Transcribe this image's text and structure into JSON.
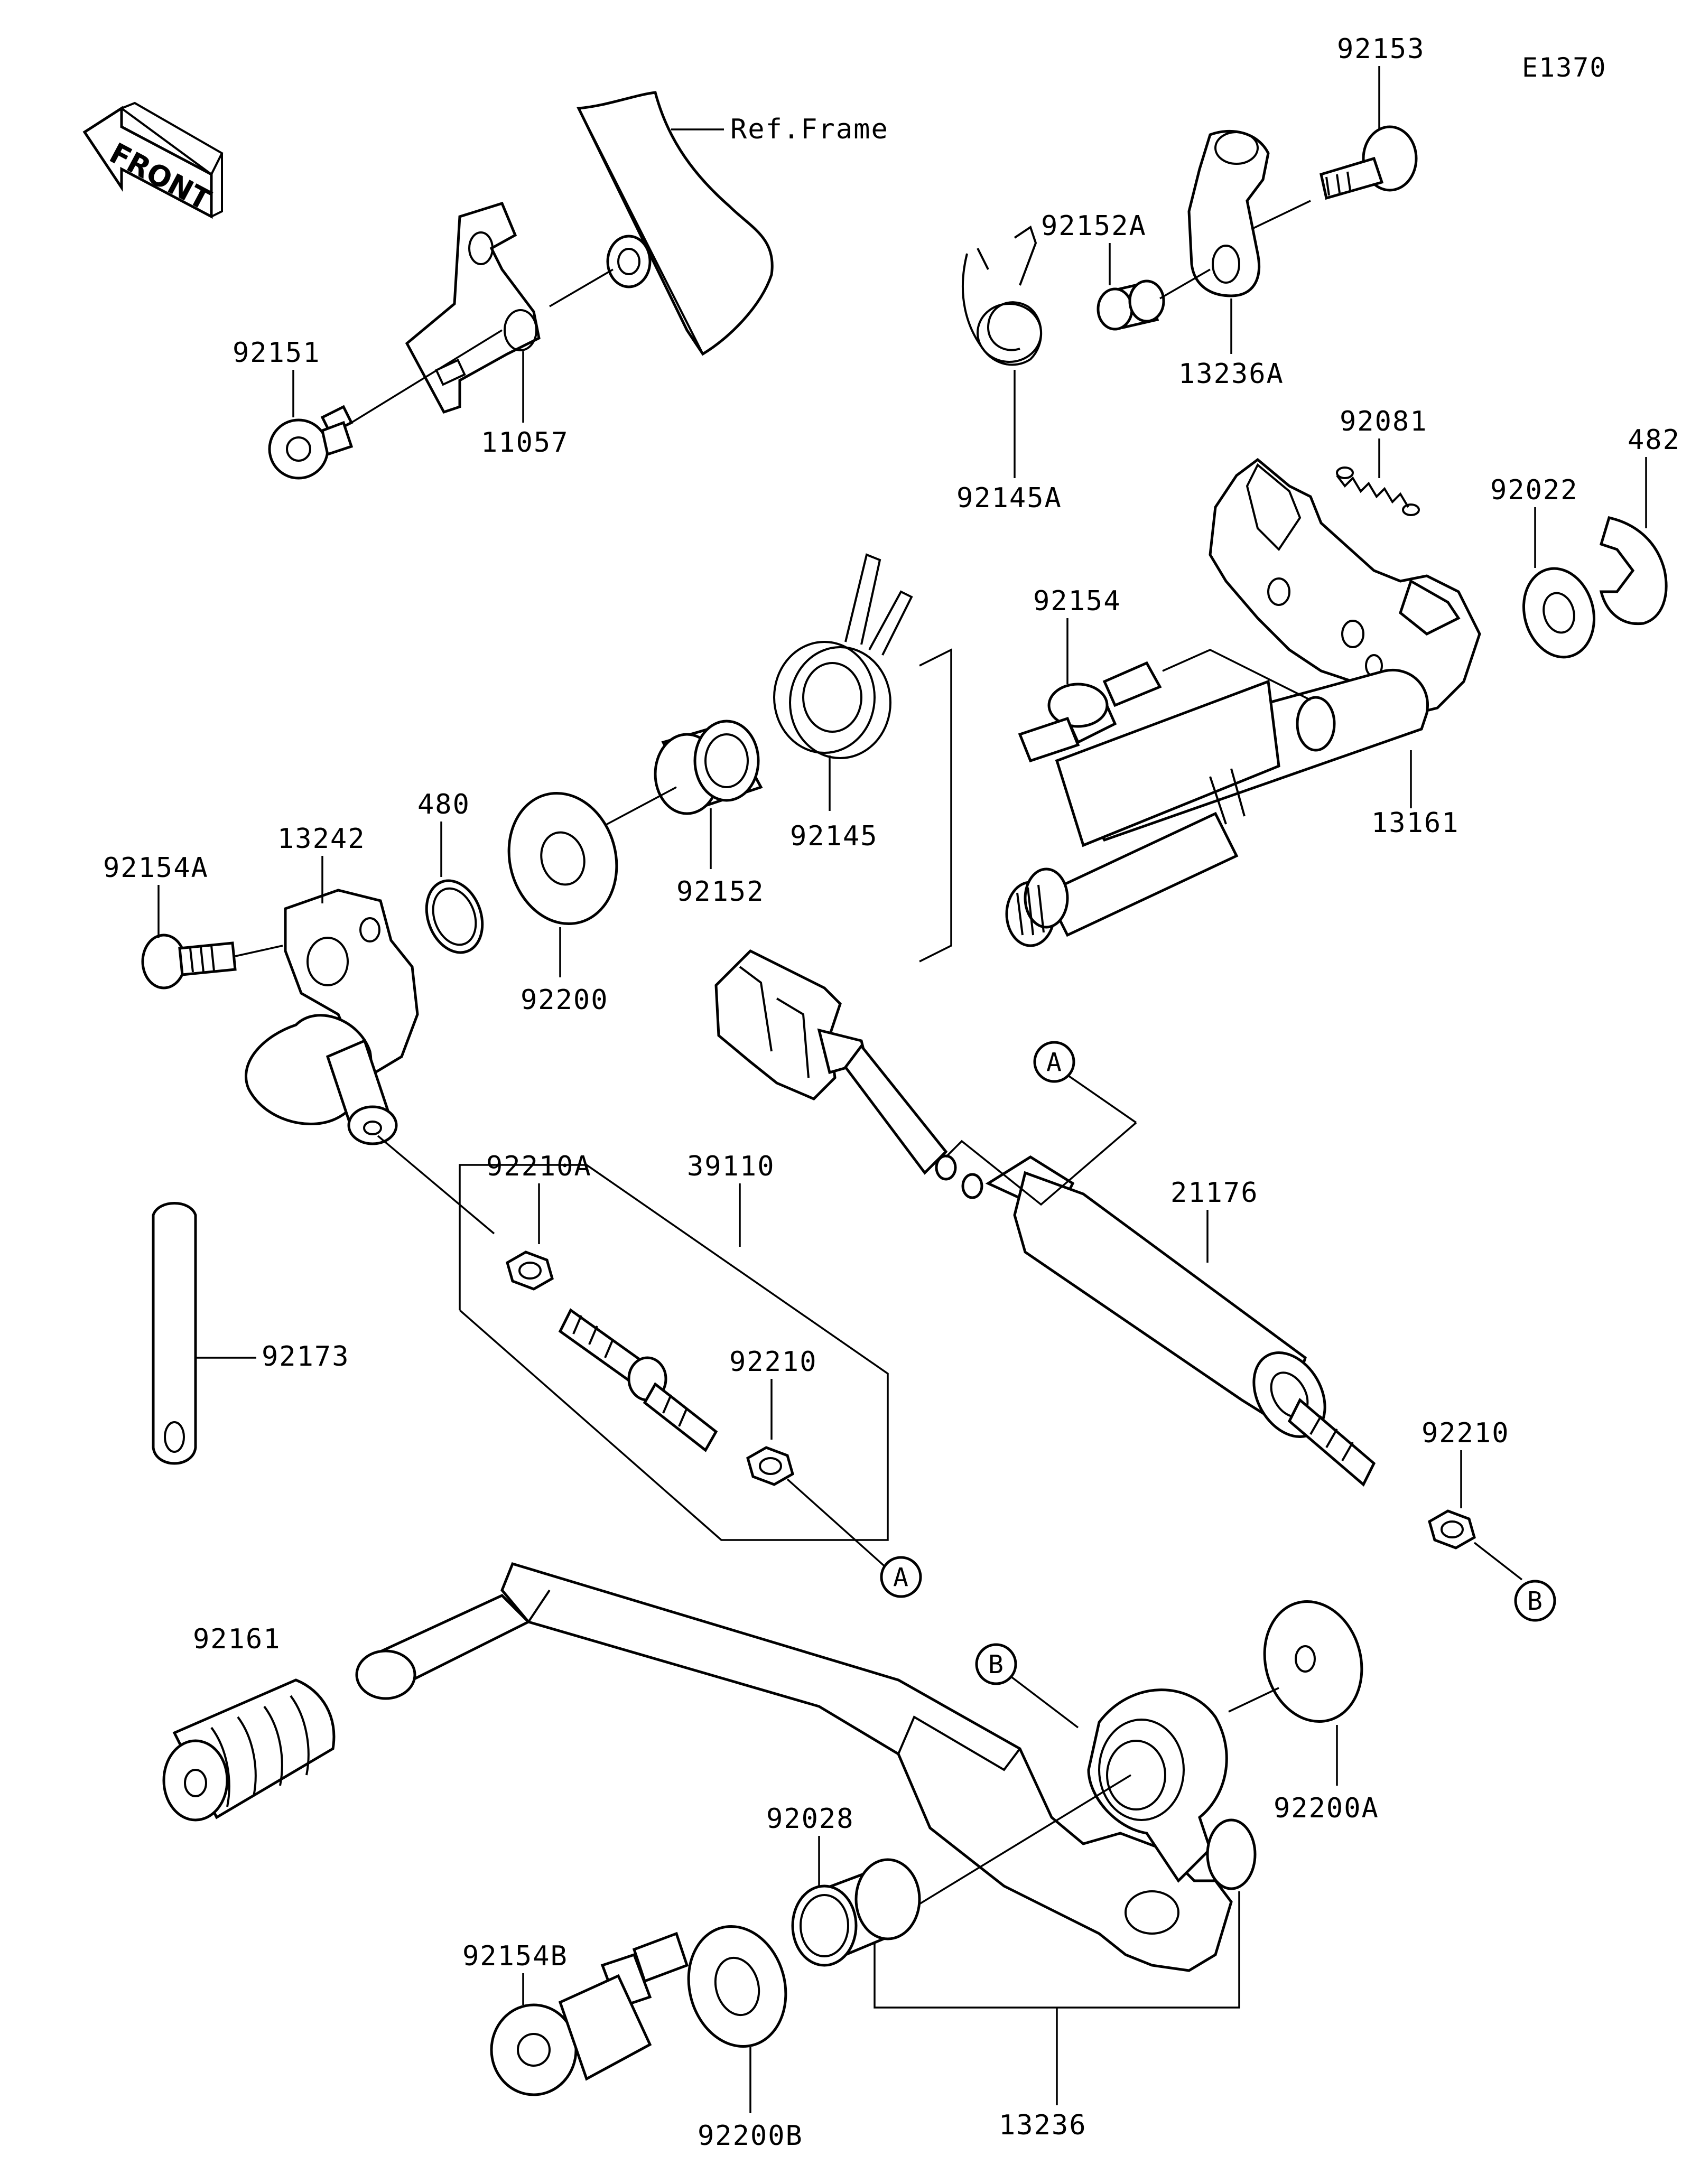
{
  "diagram_code": "E1370",
  "front_label": "FRONT",
  "ref_frame_label": "Ref.Frame",
  "callouts": {
    "a": "A",
    "b": "B"
  },
  "parts": {
    "p92153": "92153",
    "p92152A": "92152A",
    "p13236A": "13236A",
    "p92145A": "92145A",
    "p92081": "92081",
    "p482": "482",
    "p92022": "92022",
    "p92151": "92151",
    "p11057": "11057",
    "p92154": "92154",
    "p13161": "13161",
    "p92145": "92145",
    "p92152": "92152",
    "p480": "480",
    "p13242": "13242",
    "p92154A": "92154A",
    "p92200": "92200",
    "p92210A": "92210A",
    "p39110": "39110",
    "p21176": "21176",
    "p92173": "92173",
    "p92210_a": "92210",
    "p92210_b": "92210",
    "p92161": "92161",
    "p92200A": "92200A",
    "p92028": "92028",
    "p92154B": "92154B",
    "p92200B": "92200B",
    "p13236": "13236"
  }
}
